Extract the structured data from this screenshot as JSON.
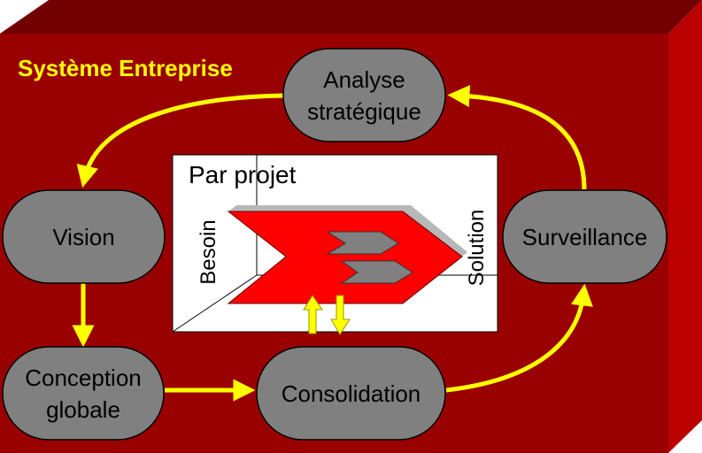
{
  "title": "Système Entreprise",
  "center": {
    "title": "Par projet",
    "axis_left": "Besoin",
    "axis_right": "Solution"
  },
  "nodes": {
    "analyse": "Analyse stratégique",
    "vision": "Vision",
    "surveillance": "Surveillance",
    "conception": "Conception globale",
    "consolidation": "Consolidation"
  },
  "colors": {
    "front": "#990000",
    "top": "#730000",
    "side": "#bb0000",
    "arrow": "#ffff00",
    "node": "#808080",
    "chevron": "#ff0000"
  }
}
